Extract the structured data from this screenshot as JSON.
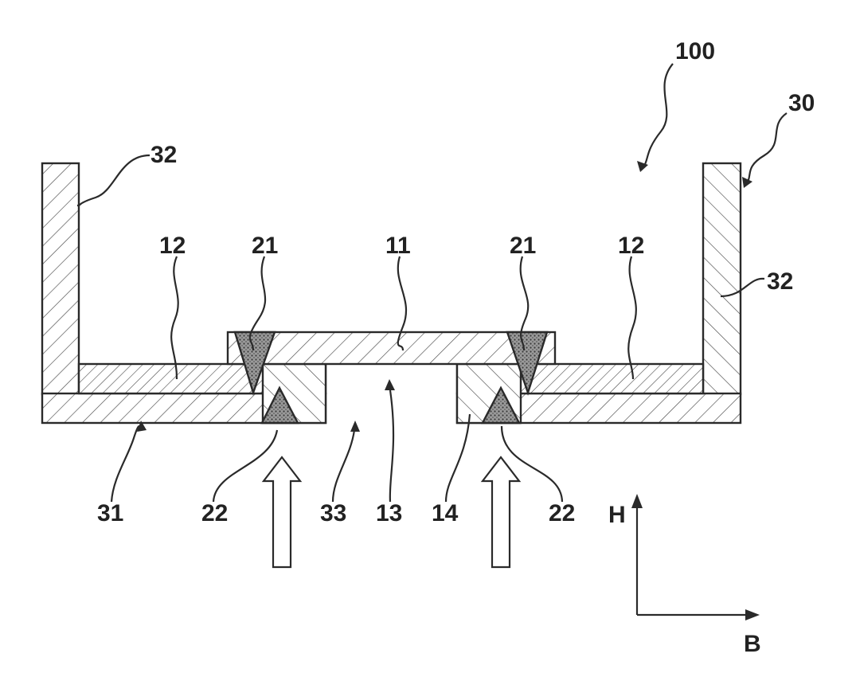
{
  "labels": {
    "assembly": "100",
    "housing": "30",
    "housing_base": "31",
    "housing_wall_left": "32",
    "housing_wall_right": "32",
    "chip": "11",
    "carrier_left": "12",
    "carrier_right": "12",
    "opening": "13",
    "carrier_step": "14",
    "bond_upper_left": "21",
    "bond_upper_right": "21",
    "bond_lower_left": "22",
    "bond_lower_right": "22",
    "base_opening": "33",
    "axis_height": "H",
    "axis_width": "B"
  },
  "colors": {
    "outline": "#2a2a2a",
    "background": "#ffffff",
    "hatch": "#4a4a4a",
    "joint_fill": "#8a8a8a"
  }
}
